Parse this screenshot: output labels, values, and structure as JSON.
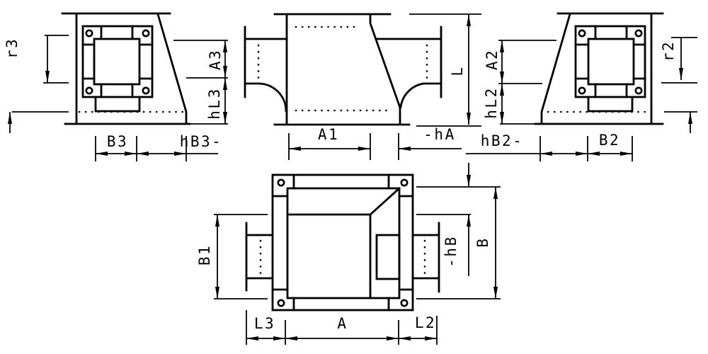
{
  "drawing": {
    "kind": "technical-cad-drawing",
    "line_color": "#000000",
    "background": "#ffffff"
  },
  "labels": {
    "left_view": {
      "r3": "r3",
      "A3": "A3",
      "hL3": "hL3",
      "B3": "B3",
      "hB3": "hB3-"
    },
    "middle_view": {
      "A1": "A1",
      "hA": "-hA",
      "L": "L"
    },
    "right_view": {
      "A2": "A2",
      "hL2": "hL2",
      "r2": "r2",
      "hB2": "hB2-",
      "B2": "B2"
    },
    "plan_view": {
      "B1": "B1",
      "hB": "-hB",
      "B": "B",
      "L3": "L3",
      "A": "A",
      "L2": "L2"
    }
  }
}
